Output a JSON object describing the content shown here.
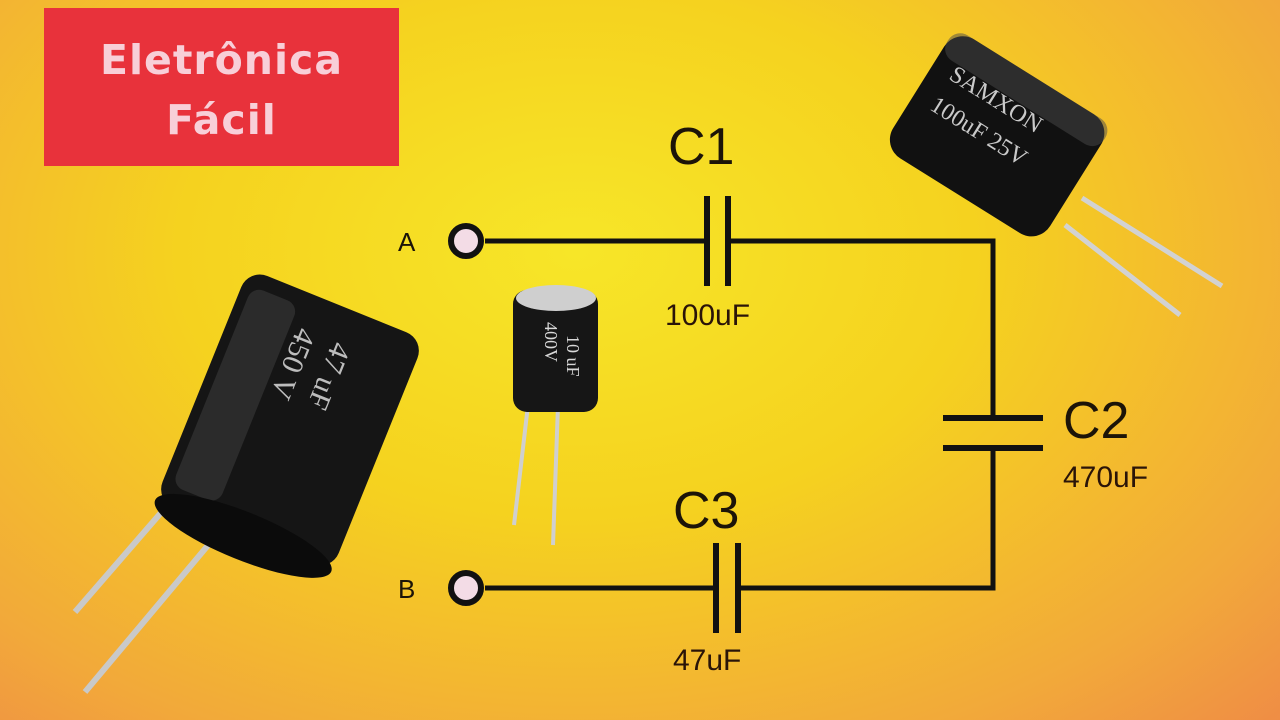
{
  "badge": {
    "line1": "Eletrônica",
    "line2": "Fácil"
  },
  "terminals": {
    "a": "A",
    "b": "B"
  },
  "capacitors": {
    "c1": {
      "name": "C1",
      "value": "100uF"
    },
    "c2": {
      "name": "C2",
      "value": "470uF"
    },
    "c3": {
      "name": "C3",
      "value": "47uF"
    }
  },
  "photos": {
    "large_left": {
      "markings": [
        "47 uF",
        "450 V"
      ]
    },
    "small_center": {
      "markings": [
        "10 uF",
        "400V"
      ]
    },
    "top_right": {
      "markings": [
        "SAMXON",
        "100uF 25V"
      ]
    }
  },
  "colors": {
    "badge": "#e8323b",
    "badge_text": "#f8cfd8",
    "wire": "#111111",
    "terminal_fill": "#f3dce6"
  }
}
